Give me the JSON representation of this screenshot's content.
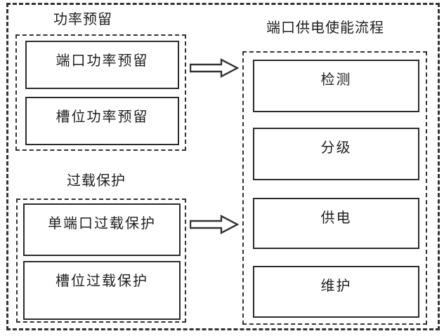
{
  "page": {
    "background": "#ffffff",
    "line_color": "#333333"
  },
  "diagram": {
    "left_groups": [
      {
        "title": "功率预留",
        "boxes": [
          "端口功率预留",
          "槽位功率预留"
        ]
      },
      {
        "title": "过载保护",
        "boxes": [
          "单端口过载保护",
          "槽位过载保护"
        ]
      }
    ],
    "right_group": {
      "title": "端口供电使能流程",
      "boxes": [
        "检测",
        "分级",
        "供电",
        "维护"
      ]
    },
    "icons": {
      "arrow_style": "hollow-block-arrow-right"
    }
  }
}
